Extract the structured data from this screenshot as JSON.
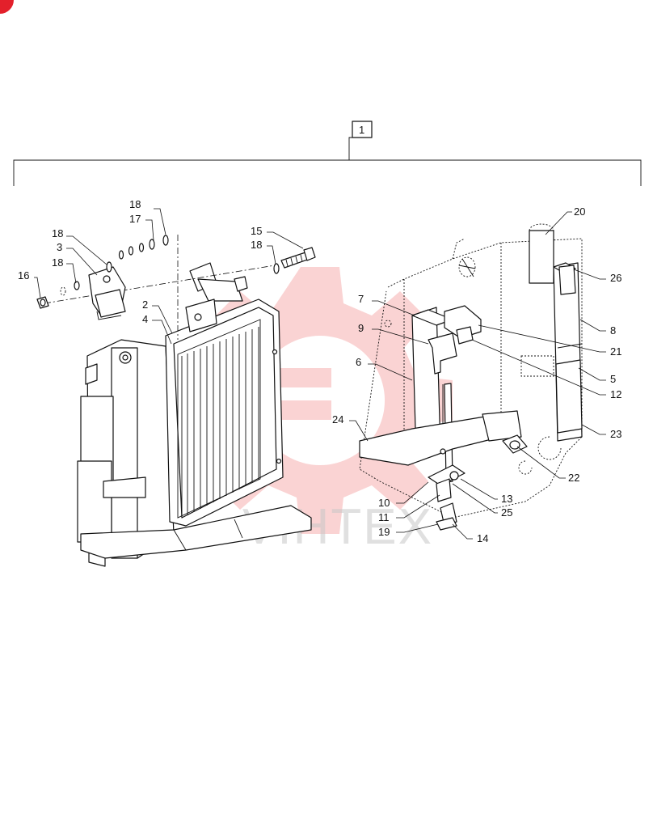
{
  "diagram": {
    "assembly_ref": "1",
    "watermark_text": "VIHTEX",
    "colors": {
      "line": "#111111",
      "watermark": "#f28b8b",
      "corner_mark": "#e3202b"
    },
    "callouts": [
      "2",
      "3",
      "4",
      "5",
      "6",
      "7",
      "8",
      "9",
      "10",
      "11",
      "12",
      "13",
      "14",
      "15",
      "16",
      "17",
      "18",
      "19",
      "20",
      "21",
      "22",
      "23",
      "24",
      "25",
      "26"
    ]
  }
}
